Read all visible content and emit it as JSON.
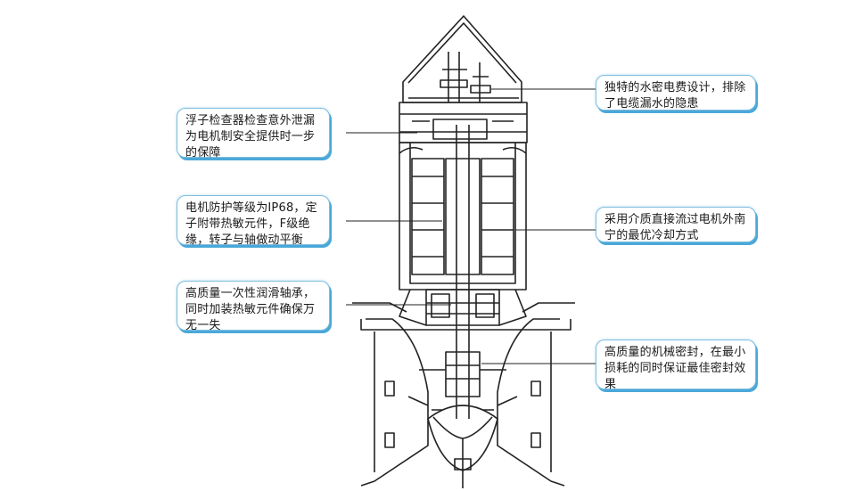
{
  "colors": {
    "border": "#7fbde0",
    "shadow": "#4aa8d8",
    "line": "#222222",
    "text": "#1a1a1a"
  },
  "callouts": {
    "float_inspector": "浮子检查器检查意外泄漏为电机制安全提供时一步的保障",
    "motor_protection": "电机防护等级为IP68，定子附带热敏元件，F级绝缘，转子与轴做动平衡",
    "bearing": "高质量一次性润滑轴承，同时加装热敏元件确保万无一失",
    "cable_seal": "独特的水密电费设计，排除了电缆漏水的隐患",
    "cooling": "采用介质直接流过电机外南宁的最优冷却方式",
    "mechanical_seal": "高质量的机械密封，在最小损耗的同时保证最佳密封效果"
  }
}
